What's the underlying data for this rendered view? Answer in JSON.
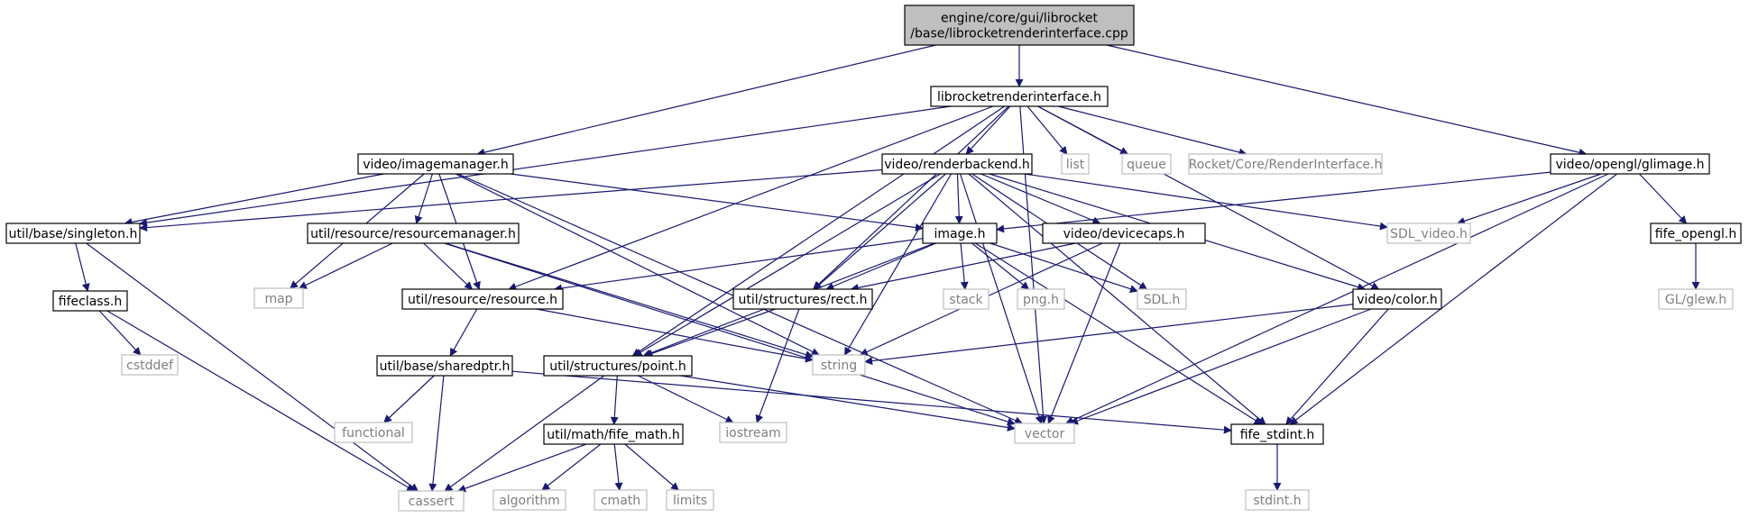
{
  "colors": {
    "edge": "#191970",
    "node_border": "#000000",
    "external_border": "#bfbfbf",
    "external_text": "#7f7f7f",
    "root_fill": "#bfbfbf",
    "text": "#000000"
  },
  "nodes": [
    {
      "id": "root",
      "lines": [
        "engine/core/gui/librocket",
        "/base/librocketrenderinterface.cpp"
      ],
      "kind": "root"
    },
    {
      "id": "librocketrenderinterface",
      "lines": [
        "librocketrenderinterface.h"
      ],
      "kind": "file"
    },
    {
      "id": "imagemanager",
      "lines": [
        "video/imagemanager.h"
      ],
      "kind": "file"
    },
    {
      "id": "glimage",
      "lines": [
        "video/opengl/glimage.h"
      ],
      "kind": "file"
    },
    {
      "id": "renderbackend",
      "lines": [
        "video/renderbackend.h"
      ],
      "kind": "file"
    },
    {
      "id": "list",
      "lines": [
        "list"
      ],
      "kind": "external"
    },
    {
      "id": "queue",
      "lines": [
        "queue"
      ],
      "kind": "external"
    },
    {
      "id": "rocket",
      "lines": [
        "Rocket/Core/RenderInterface.h"
      ],
      "kind": "external"
    },
    {
      "id": "singleton",
      "lines": [
        "util/base/singleton.h"
      ],
      "kind": "file"
    },
    {
      "id": "resourcemanager",
      "lines": [
        "util/resource/resourcemanager.h"
      ],
      "kind": "file"
    },
    {
      "id": "image",
      "lines": [
        "image.h"
      ],
      "kind": "file"
    },
    {
      "id": "devicecaps",
      "lines": [
        "video/devicecaps.h"
      ],
      "kind": "file"
    },
    {
      "id": "sdl_video",
      "lines": [
        "SDL_video.h"
      ],
      "kind": "external"
    },
    {
      "id": "fife_opengl",
      "lines": [
        "fife_opengl.h"
      ],
      "kind": "file"
    },
    {
      "id": "fifeclass",
      "lines": [
        "fifeclass.h"
      ],
      "kind": "file"
    },
    {
      "id": "map",
      "lines": [
        "map"
      ],
      "kind": "external"
    },
    {
      "id": "resource",
      "lines": [
        "util/resource/resource.h"
      ],
      "kind": "file"
    },
    {
      "id": "rect",
      "lines": [
        "util/structures/rect.h"
      ],
      "kind": "file"
    },
    {
      "id": "stack",
      "lines": [
        "stack"
      ],
      "kind": "external"
    },
    {
      "id": "png",
      "lines": [
        "png.h"
      ],
      "kind": "external"
    },
    {
      "id": "sdl",
      "lines": [
        "SDL.h"
      ],
      "kind": "external"
    },
    {
      "id": "color",
      "lines": [
        "video/color.h"
      ],
      "kind": "file"
    },
    {
      "id": "glew",
      "lines": [
        "GL/glew.h"
      ],
      "kind": "external"
    },
    {
      "id": "cstddef",
      "lines": [
        "cstddef"
      ],
      "kind": "external"
    },
    {
      "id": "sharedptr",
      "lines": [
        "util/base/sharedptr.h"
      ],
      "kind": "file"
    },
    {
      "id": "point",
      "lines": [
        "util/structures/point.h"
      ],
      "kind": "file"
    },
    {
      "id": "string",
      "lines": [
        "string"
      ],
      "kind": "external"
    },
    {
      "id": "functional",
      "lines": [
        "functional"
      ],
      "kind": "external"
    },
    {
      "id": "fife_math",
      "lines": [
        "util/math/fife_math.h"
      ],
      "kind": "file"
    },
    {
      "id": "iostream",
      "lines": [
        "iostream"
      ],
      "kind": "external"
    },
    {
      "id": "vector",
      "lines": [
        "vector"
      ],
      "kind": "external"
    },
    {
      "id": "fife_stdint",
      "lines": [
        "fife_stdint.h"
      ],
      "kind": "file"
    },
    {
      "id": "cassert",
      "lines": [
        "cassert"
      ],
      "kind": "external"
    },
    {
      "id": "algorithm",
      "lines": [
        "algorithm"
      ],
      "kind": "external"
    },
    {
      "id": "cmath",
      "lines": [
        "cmath"
      ],
      "kind": "external"
    },
    {
      "id": "limits",
      "lines": [
        "limits"
      ],
      "kind": "external"
    },
    {
      "id": "stdint",
      "lines": [
        "stdint.h"
      ],
      "kind": "external"
    }
  ],
  "edges": [
    [
      "root",
      "librocketrenderinterface"
    ],
    [
      "root",
      "imagemanager"
    ],
    [
      "root",
      "glimage"
    ],
    [
      "librocketrenderinterface",
      "renderbackend"
    ],
    [
      "librocketrenderinterface",
      "list"
    ],
    [
      "librocketrenderinterface",
      "queue"
    ],
    [
      "librocketrenderinterface",
      "rocket"
    ],
    [
      "librocketrenderinterface",
      "singleton"
    ],
    [
      "librocketrenderinterface",
      "resource"
    ],
    [
      "librocketrenderinterface",
      "rect"
    ],
    [
      "librocketrenderinterface",
      "point"
    ],
    [
      "librocketrenderinterface",
      "color"
    ],
    [
      "librocketrenderinterface",
      "vector"
    ],
    [
      "imagemanager",
      "singleton"
    ],
    [
      "imagemanager",
      "resourcemanager"
    ],
    [
      "imagemanager",
      "image"
    ],
    [
      "imagemanager",
      "map"
    ],
    [
      "imagemanager",
      "resource"
    ],
    [
      "imagemanager",
      "string"
    ],
    [
      "imagemanager",
      "vector"
    ],
    [
      "glimage",
      "image"
    ],
    [
      "glimage",
      "sdl_video"
    ],
    [
      "glimage",
      "fife_opengl"
    ],
    [
      "glimage",
      "vector"
    ],
    [
      "glimage",
      "fife_stdint"
    ],
    [
      "renderbackend",
      "singleton"
    ],
    [
      "renderbackend",
      "image"
    ],
    [
      "renderbackend",
      "devicecaps"
    ],
    [
      "renderbackend",
      "sdl_video"
    ],
    [
      "renderbackend",
      "sdl"
    ],
    [
      "renderbackend",
      "rect"
    ],
    [
      "renderbackend",
      "point"
    ],
    [
      "renderbackend",
      "color"
    ],
    [
      "renderbackend",
      "string"
    ],
    [
      "renderbackend",
      "vector"
    ],
    [
      "renderbackend",
      "fife_stdint"
    ],
    [
      "singleton",
      "fifeclass"
    ],
    [
      "singleton",
      "cassert"
    ],
    [
      "fifeclass",
      "cstddef"
    ],
    [
      "fifeclass",
      "cassert"
    ],
    [
      "resourcemanager",
      "map"
    ],
    [
      "resourcemanager",
      "resource"
    ],
    [
      "resourcemanager",
      "string"
    ],
    [
      "resourcemanager",
      "vector"
    ],
    [
      "image",
      "resource"
    ],
    [
      "image",
      "rect"
    ],
    [
      "image",
      "point"
    ],
    [
      "image",
      "stack"
    ],
    [
      "image",
      "png"
    ],
    [
      "image",
      "sdl"
    ],
    [
      "image",
      "fife_stdint"
    ],
    [
      "devicecaps",
      "rect"
    ],
    [
      "devicecaps",
      "string"
    ],
    [
      "devicecaps",
      "vector"
    ],
    [
      "resource",
      "sharedptr"
    ],
    [
      "resource",
      "string"
    ],
    [
      "rect",
      "point"
    ],
    [
      "rect",
      "iostream"
    ],
    [
      "color",
      "string"
    ],
    [
      "color",
      "vector"
    ],
    [
      "color",
      "fife_stdint"
    ],
    [
      "sharedptr",
      "functional"
    ],
    [
      "sharedptr",
      "cassert"
    ],
    [
      "sharedptr",
      "fife_stdint"
    ],
    [
      "point",
      "fife_math"
    ],
    [
      "point",
      "iostream"
    ],
    [
      "point",
      "vector"
    ],
    [
      "point",
      "cassert"
    ],
    [
      "fife_math",
      "cassert"
    ],
    [
      "fife_math",
      "algorithm"
    ],
    [
      "fife_math",
      "cmath"
    ],
    [
      "fife_math",
      "limits"
    ],
    [
      "fife_opengl",
      "glew"
    ],
    [
      "fife_stdint",
      "stdint"
    ]
  ]
}
